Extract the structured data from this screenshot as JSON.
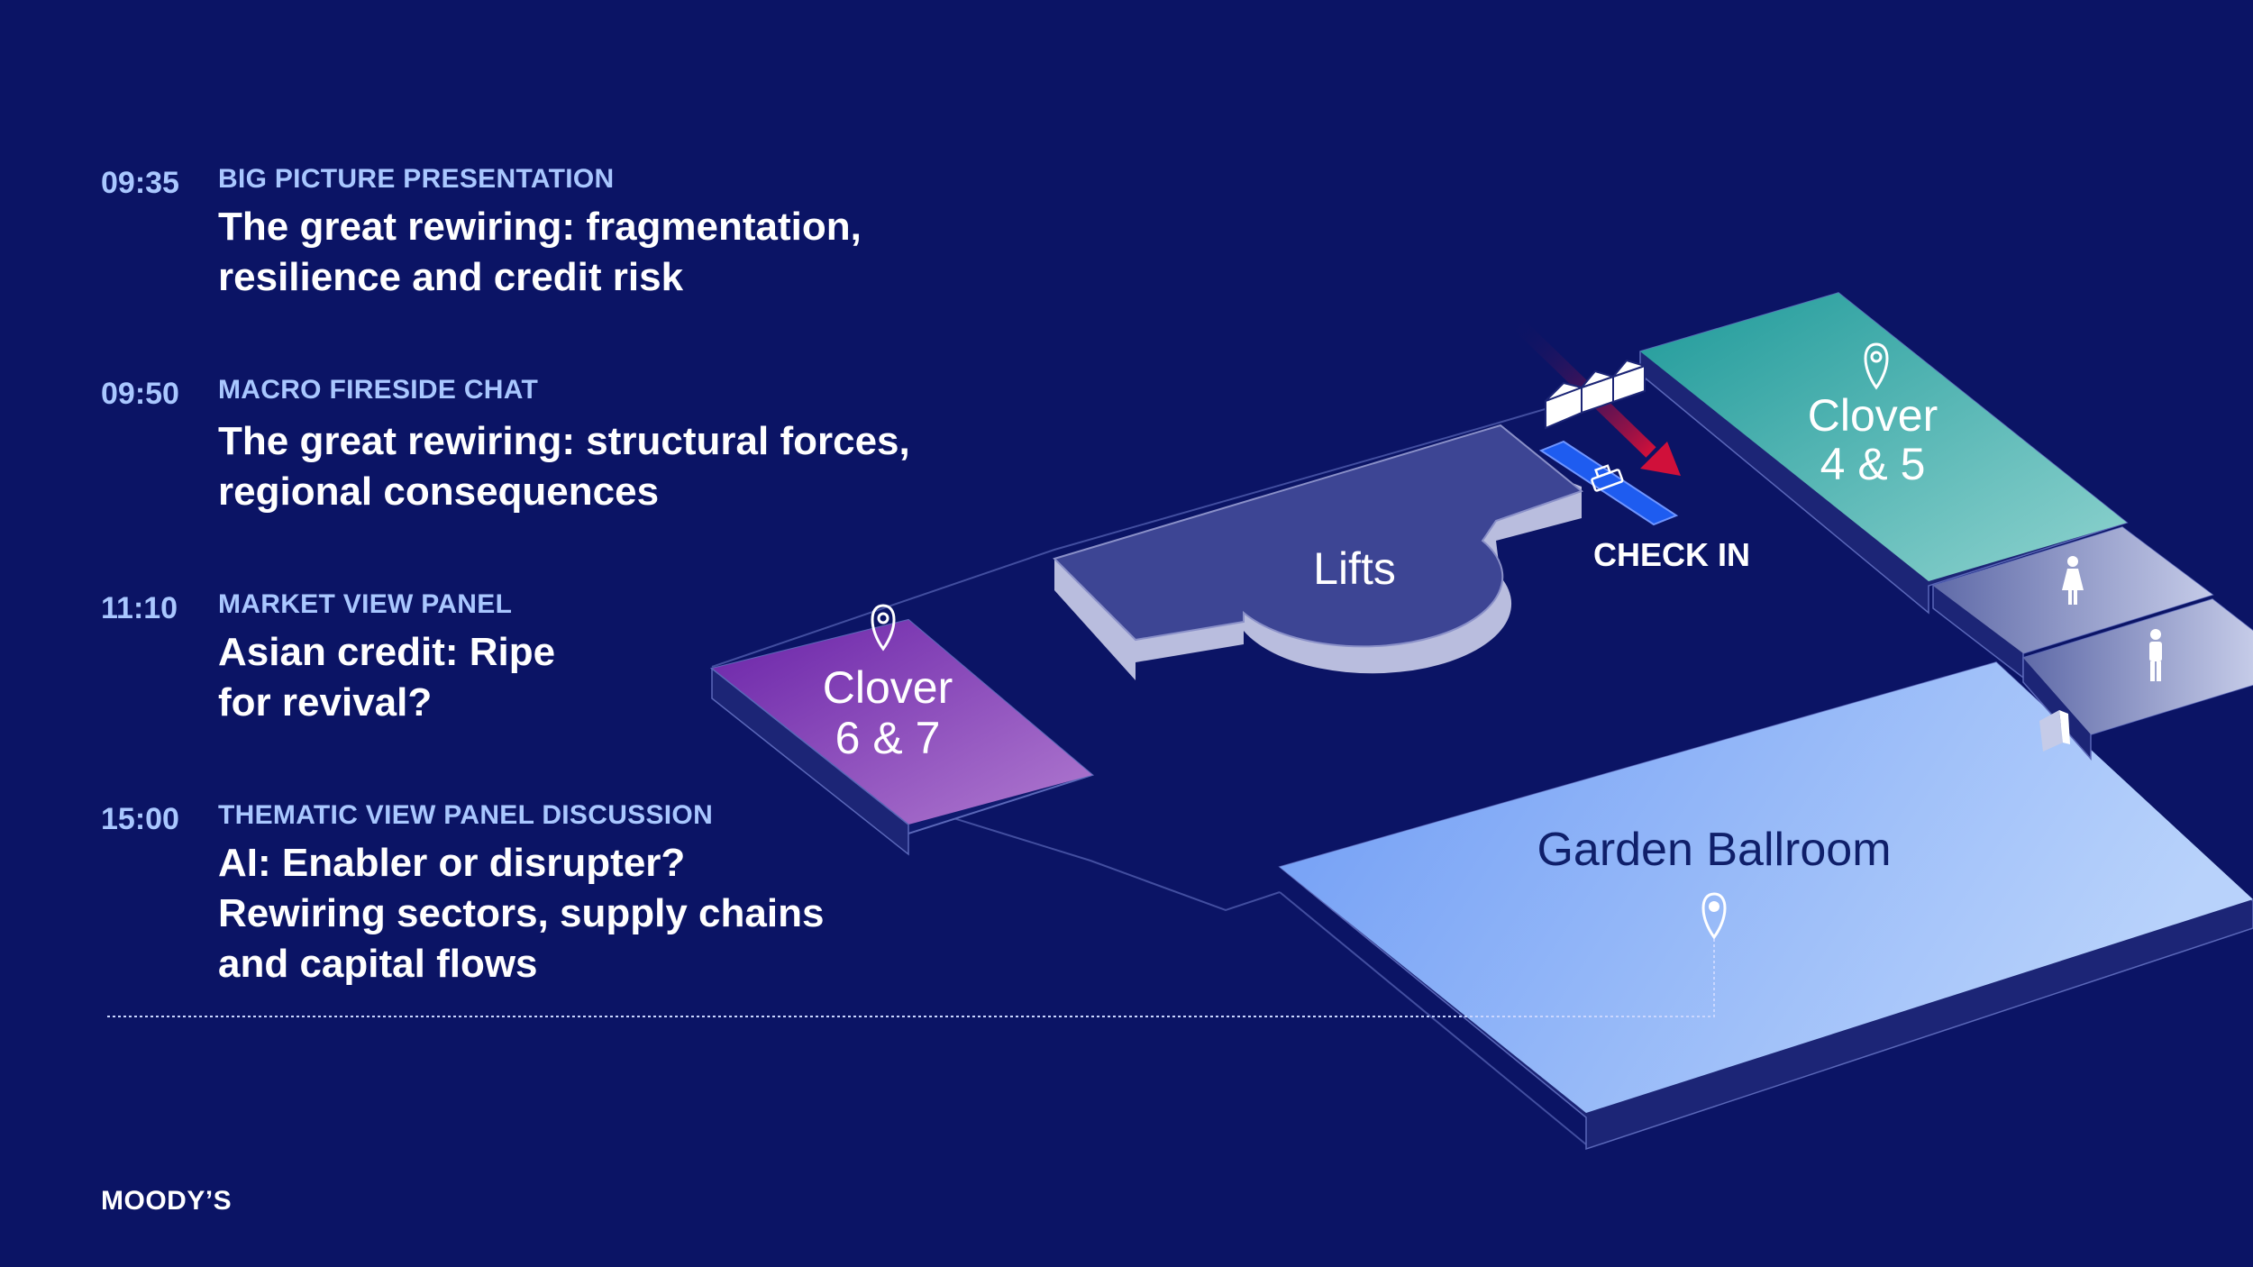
{
  "schedule": [
    {
      "time": "09:35",
      "category": "BIG PICTURE PRESENTATION",
      "title_lines": [
        "The great rewiring: fragmentation,",
        "resilience and credit risk"
      ]
    },
    {
      "time": "09:50",
      "category": "MACRO FIRESIDE CHAT",
      "title_lines": [
        "The great rewiring: structural forces,",
        "regional consequences"
      ]
    },
    {
      "time": "11:10",
      "category": "MARKET VIEW PANEL",
      "title_lines": [
        "Asian credit: Ripe",
        "for revival?"
      ]
    },
    {
      "time": "15:00",
      "category": "THEMATIC VIEW PANEL DISCUSSION",
      "title_lines": [
        "AI: Enabler or disrupter?",
        "Rewiring sectors, supply chains",
        "and capital flows"
      ]
    }
  ],
  "map": {
    "rooms": {
      "clover_45": {
        "line1": "Clover",
        "line2": "4 & 5"
      },
      "clover_67": {
        "line1": "Clover",
        "line2": "6 & 7"
      },
      "lifts": "Lifts",
      "garden_ballroom": "Garden Ballroom",
      "check_in": "CHECK IN"
    },
    "icons": [
      "location-pin-icon",
      "female-restroom-icon",
      "male-restroom-icon",
      "entrance-arrow-icon",
      "check-in-desk-icon",
      "accessible-restroom-icon"
    ],
    "colors": {
      "background": "#0b1465",
      "clover_45": "#3bb5aa",
      "clover_67": "#8a45c0",
      "garden_ballroom": "#7faaf7",
      "check_in_desk": "#1e5cf0",
      "entrance_arrow": "#d0103a",
      "accent_text": "#a9c7ff"
    }
  },
  "brand": "MOODY’S"
}
